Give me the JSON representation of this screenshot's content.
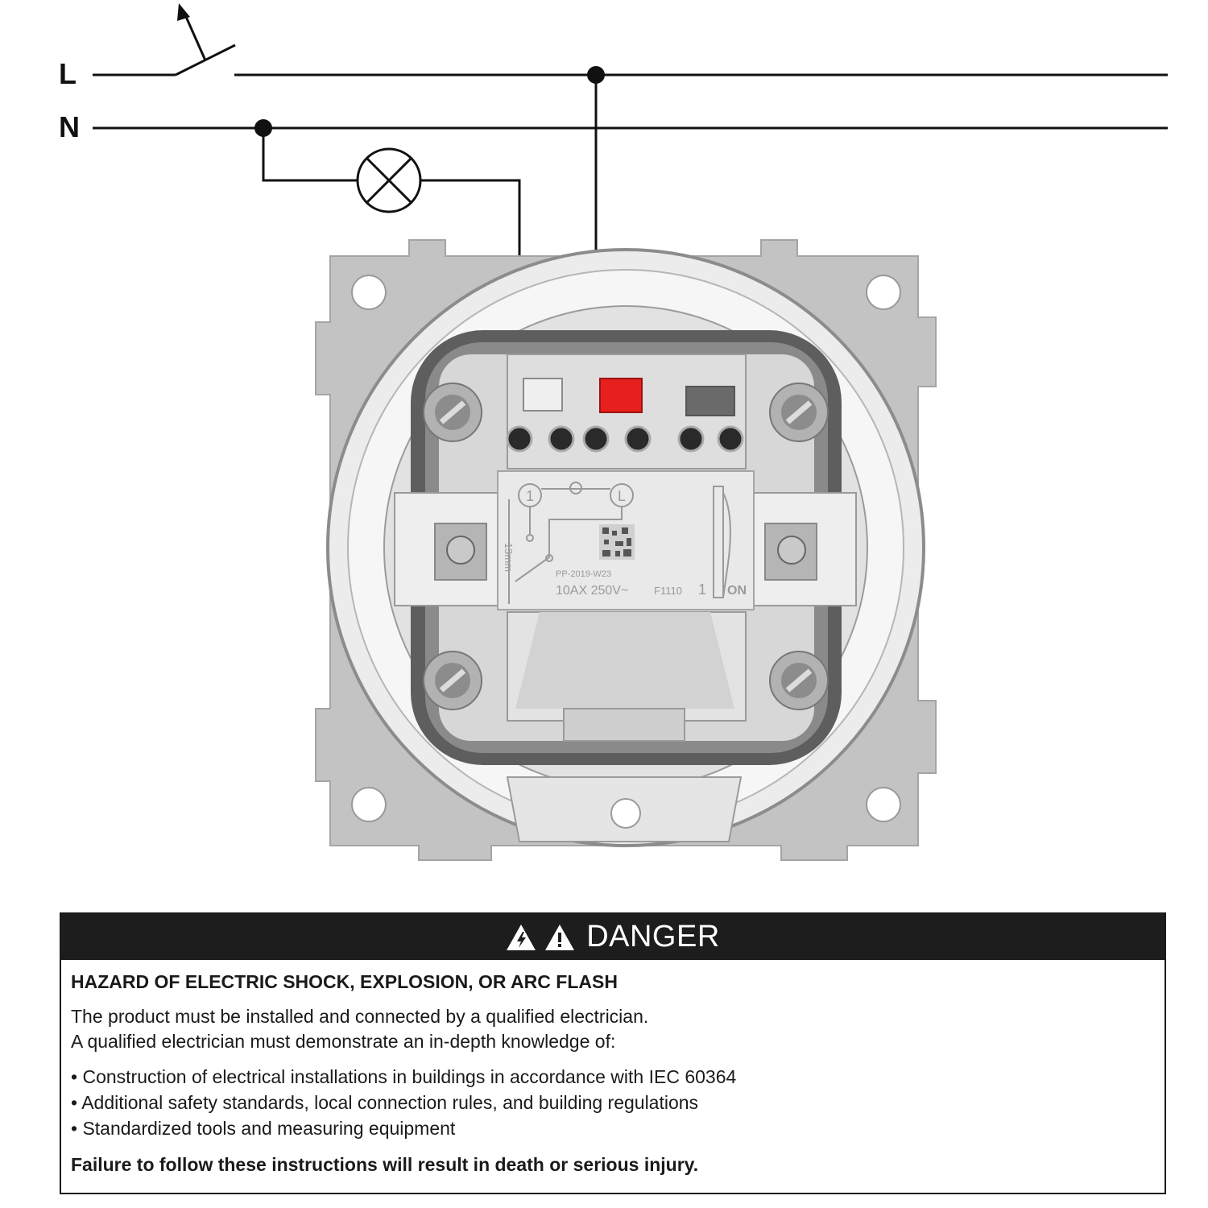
{
  "diagram": {
    "line_label": "L",
    "neutral_label": "N",
    "terminal_labels": {
      "load": "1",
      "line": "L"
    },
    "dimension_label": "13mm",
    "device_markings": {
      "part_code": "PP-2019-W23",
      "rating": "10AX 250V~",
      "model": "F1110",
      "position_number": "1",
      "on_label": "ON"
    },
    "colors": {
      "release_button": "#e8201d",
      "wiring": "#111111",
      "frame": "#bdbdbd"
    },
    "icons": [
      "switch-contact-icon",
      "lamp-icon",
      "junction-dot-icon",
      "qr-code-icon",
      "rocker-symbol-icon"
    ]
  },
  "danger_panel": {
    "header": "DANGER",
    "icons": [
      "electric-shock-warning-icon",
      "general-warning-icon"
    ],
    "hazard_heading": "HAZARD OF ELECTRIC SHOCK, EXPLOSION, OR ARC FLASH",
    "intro_lines": [
      "The product must be installed and connected by a qualified electrician.",
      "A qualified electrician must demonstrate an in-depth knowledge of:"
    ],
    "bullets": [
      "Construction of electrical installations in buildings in accordance with IEC 60364",
      "Additional safety standards, local connection rules, and building regulations",
      "Standardized tools and measuring equipment"
    ],
    "footer": "Failure to follow these instructions will result in death or serious injury.",
    "colors": {
      "header_bg": "#1d1d1d",
      "header_text": "#ffffff"
    }
  }
}
